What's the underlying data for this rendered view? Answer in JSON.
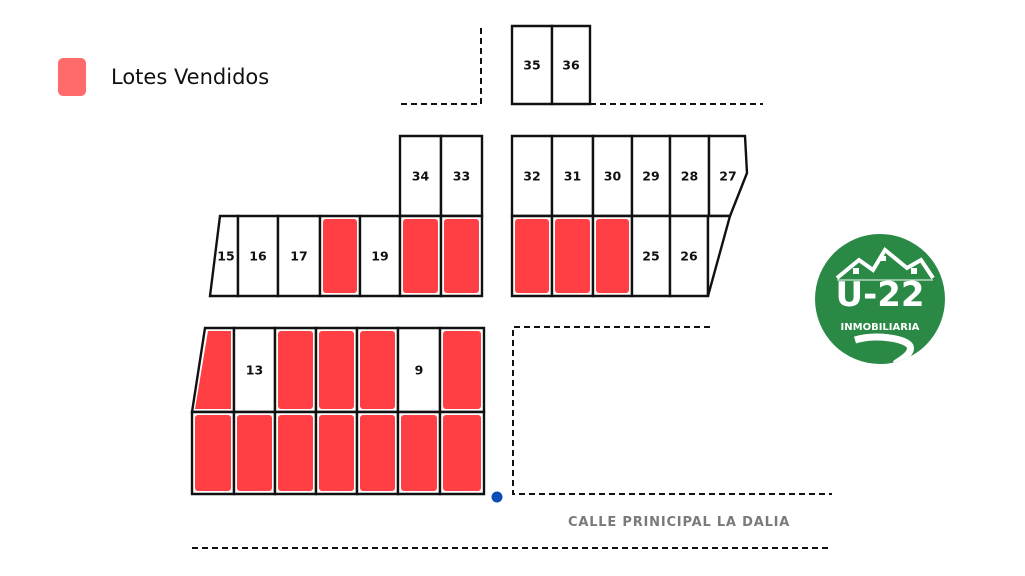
{
  "legend": {
    "label": "Lotes Vendidos",
    "color": "#ff6b6b"
  },
  "street_label": "CALLE PRINICIPAL LA DALIA",
  "logo": {
    "title": "U-22",
    "subtitle": "INMOBILIARIA",
    "color": "#2a8a45"
  },
  "colors": {
    "sold": "#ff3f43",
    "marker": "#0b4fb5"
  },
  "lots": [
    {
      "label": "35",
      "sold": false
    },
    {
      "label": "36",
      "sold": false
    },
    {
      "label": "34",
      "sold": false
    },
    {
      "label": "33",
      "sold": false
    },
    {
      "label": "32",
      "sold": false
    },
    {
      "label": "31",
      "sold": false
    },
    {
      "label": "30",
      "sold": false
    },
    {
      "label": "29",
      "sold": false
    },
    {
      "label": "28",
      "sold": false
    },
    {
      "label": "27",
      "sold": false
    },
    {
      "label": "15",
      "sold": false
    },
    {
      "label": "16",
      "sold": false
    },
    {
      "label": "17",
      "sold": false
    },
    {
      "label": "",
      "sold": true
    },
    {
      "label": "19",
      "sold": false
    },
    {
      "label": "",
      "sold": true
    },
    {
      "label": "",
      "sold": true
    },
    {
      "label": "",
      "sold": true
    },
    {
      "label": "",
      "sold": true
    },
    {
      "label": "",
      "sold": true
    },
    {
      "label": "25",
      "sold": false
    },
    {
      "label": "26",
      "sold": false
    },
    {
      "label": "",
      "sold": false
    },
    {
      "label": "",
      "sold": true
    },
    {
      "label": "13",
      "sold": false
    },
    {
      "label": "",
      "sold": true
    },
    {
      "label": "",
      "sold": true
    },
    {
      "label": "",
      "sold": true
    },
    {
      "label": "9",
      "sold": false
    },
    {
      "label": "",
      "sold": true
    },
    {
      "label": "",
      "sold": true
    },
    {
      "label": "",
      "sold": true
    },
    {
      "label": "",
      "sold": true
    },
    {
      "label": "",
      "sold": true
    },
    {
      "label": "",
      "sold": true
    },
    {
      "label": "",
      "sold": true
    },
    {
      "label": "",
      "sold": true
    }
  ]
}
